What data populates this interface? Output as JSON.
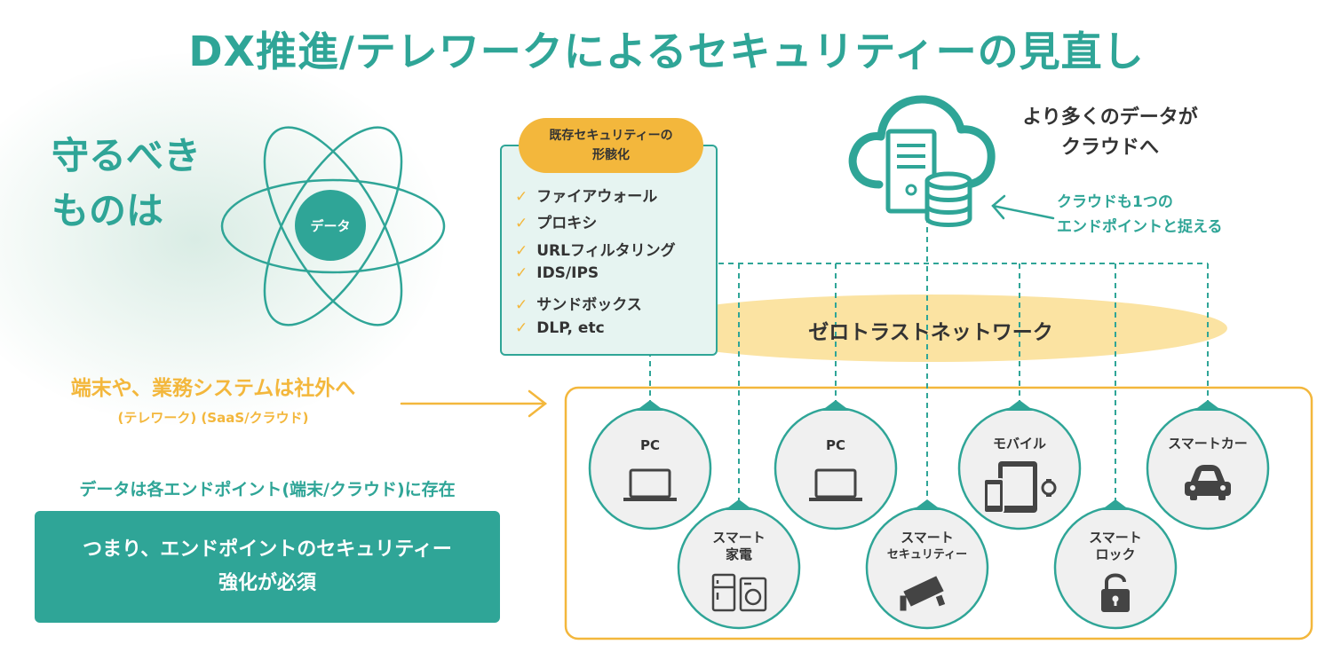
{
  "title": "DX推進/テレワークによるセキュリティーの見直し",
  "protect": {
    "line1": "守るべき",
    "line2": "ものは",
    "core_label": "データ"
  },
  "checklist": {
    "header_line1": "既存セキュリティーの",
    "header_line2": "形骸化",
    "items": [
      "ファイアウォール",
      "プロキシ",
      "URLフィルタリング",
      "IDS/IPS",
      "サンドボックス",
      "DLP, etc"
    ]
  },
  "cloud": {
    "text_line1": "より多くのデータが",
    "text_line2": "クラウドへ",
    "note_line1": "クラウドも1つの",
    "note_line2": "エンドポイントと捉える"
  },
  "zero_trust_label": "ゼロトラストネットワーク",
  "outside": {
    "main": "端末や、業務システムは社外へ",
    "sub": "(テレワーク)  (SaaS/クラウド)"
  },
  "data_exists": "データは各エンドポイント(端末/クラウド)に存在",
  "result": {
    "line1": "つまり、エンドポイントのセキュリティー",
    "line2": "強化が必須"
  },
  "endpoints": [
    {
      "label_line1": "PC",
      "label_line2": "",
      "icon": "laptop-icon"
    },
    {
      "label_line1": "スマート",
      "label_line2": "家電",
      "icon": "appliance-icon"
    },
    {
      "label_line1": "PC",
      "label_line2": "",
      "icon": "laptop-icon"
    },
    {
      "label_line1": "スマート",
      "label_line2": "セキュリティー",
      "icon": "security-camera-icon"
    },
    {
      "label_line1": "モバイル",
      "label_line2": "",
      "icon": "mobile-devices-icon"
    },
    {
      "label_line1": "スマート",
      "label_line2": "ロック",
      "icon": "padlock-icon"
    },
    {
      "label_line1": "スマートカー",
      "label_line2": "",
      "icon": "car-icon"
    }
  ],
  "colors": {
    "teal": "#2fa597",
    "yellow": "#f3b73c",
    "light_yellow": "#fbe3a2",
    "light_teal": "#e6f4f1"
  }
}
